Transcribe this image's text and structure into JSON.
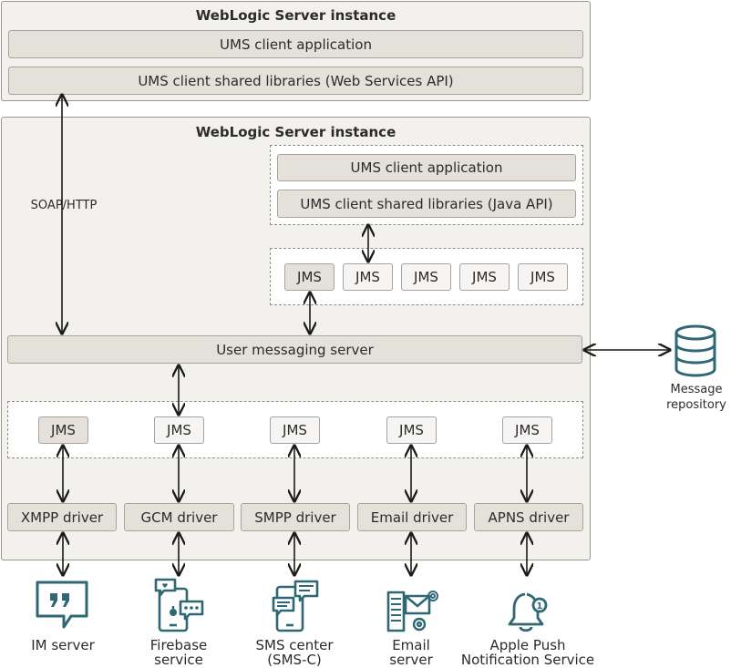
{
  "top_instance": {
    "title": "WebLogic Server instance",
    "app": "UMS client application",
    "libs": "UMS client shared libraries (Web Services API)"
  },
  "main_instance": {
    "title": "WebLogic Server instance",
    "app": "UMS client application",
    "libs": "UMS client shared libraries (Java API)",
    "upper_jms": [
      "JMS",
      "JMS",
      "JMS",
      "JMS",
      "JMS"
    ],
    "ums_server": "User messaging server",
    "lower_jms": [
      "JMS",
      "JMS",
      "JMS",
      "JMS",
      "JMS"
    ],
    "drivers": [
      "XMPP driver",
      "GCM driver",
      "SMPP driver",
      "Email driver",
      "APNS driver"
    ]
  },
  "soap_label": "SOAP/HTTP",
  "repository": {
    "line1": "Message",
    "line2": "repository"
  },
  "endpoints": [
    {
      "icon": "im-chat-icon",
      "line1": "IM server",
      "line2": ""
    },
    {
      "icon": "mobile-notification-icon",
      "line1": "Firebase",
      "line2": "service"
    },
    {
      "icon": "sms-phone-icon",
      "line1": "SMS center",
      "line2": "(SMS-C)"
    },
    {
      "icon": "email-server-icon",
      "line1": "Email",
      "line2": "server"
    },
    {
      "icon": "bell-notification-icon",
      "line1": "Apple Push",
      "line2": "Notification Service"
    }
  ],
  "colors": {
    "icon": "#2f6874",
    "panel": "#f2f1ee",
    "box": "#e4e1db"
  }
}
